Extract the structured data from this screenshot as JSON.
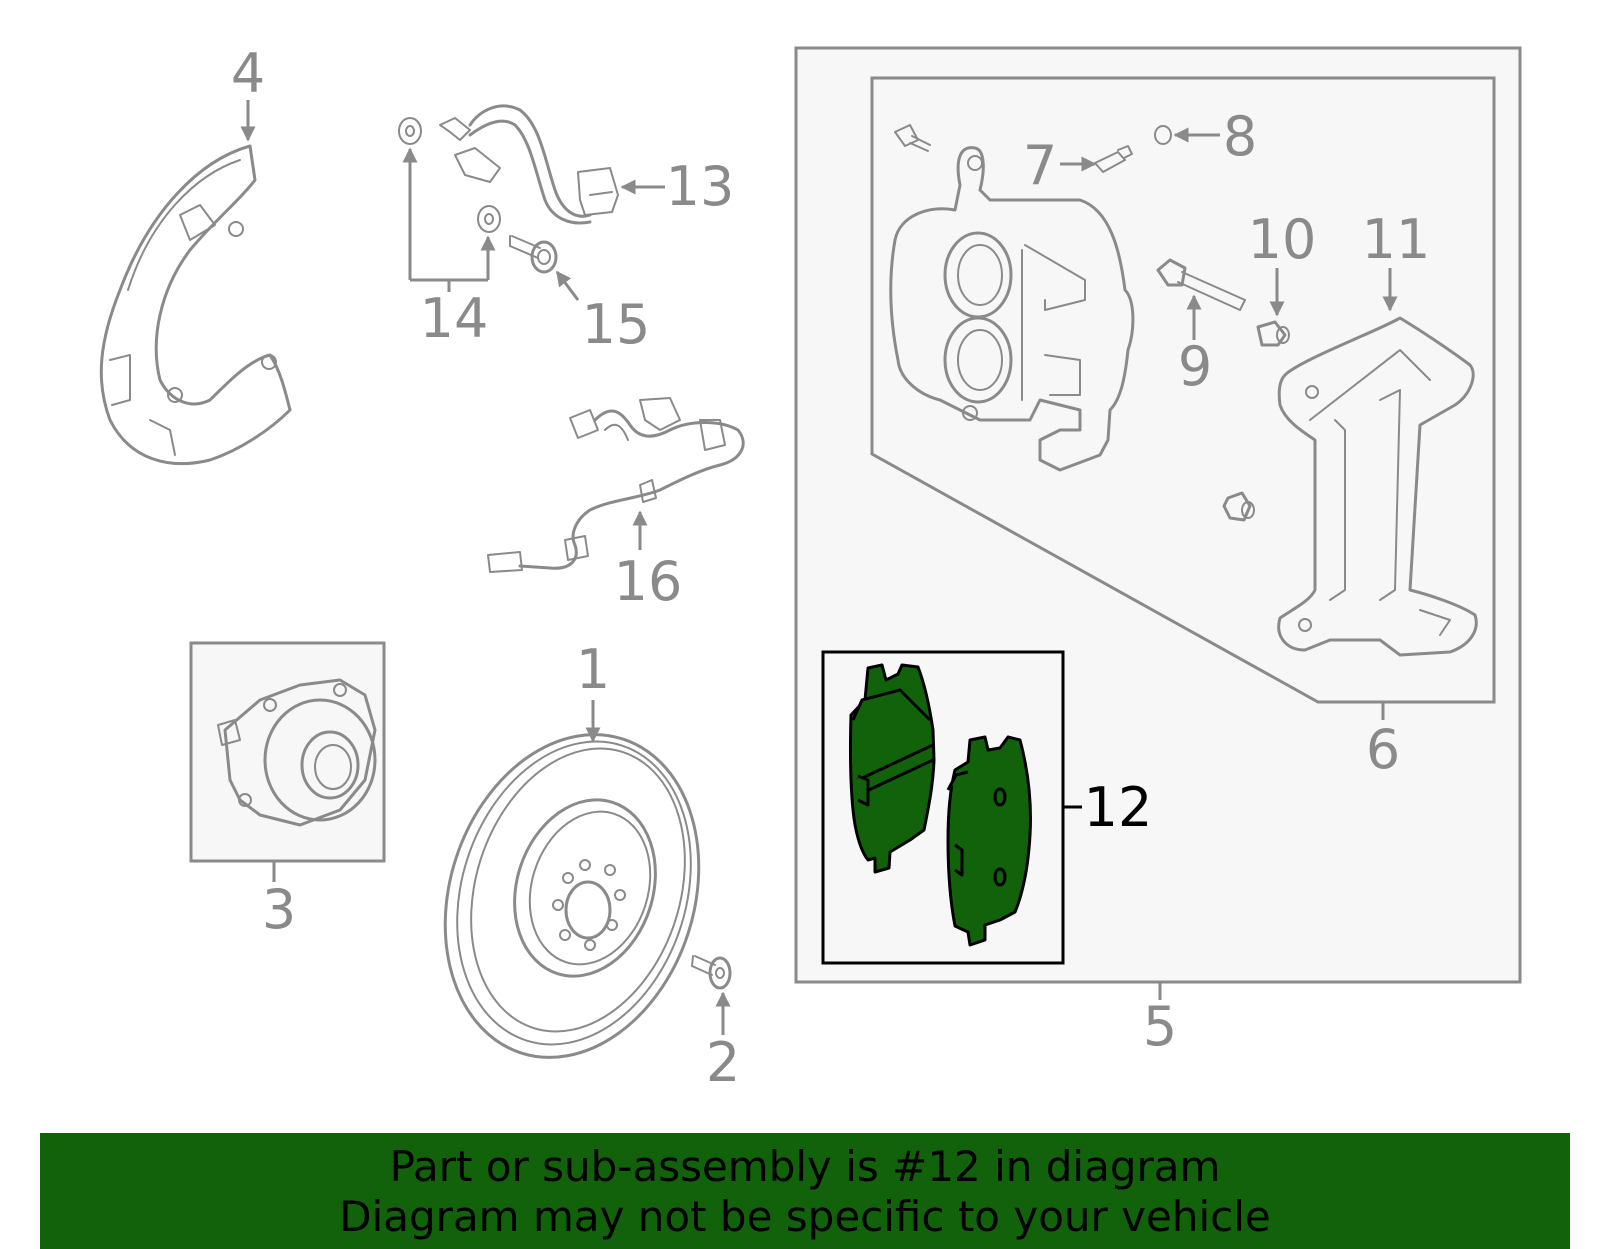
{
  "callouts": [
    "1",
    "2",
    "3",
    "4",
    "5",
    "6",
    "7",
    "8",
    "9",
    "10",
    "11",
    "12",
    "13",
    "14",
    "15",
    "16"
  ],
  "highlight": {
    "callout": "12",
    "color": "#11620b"
  },
  "banner": {
    "line1": "Part or sub-assembly is #12 in diagram",
    "line2": "Diagram may not be specific to your vehicle",
    "color": "#11620b"
  }
}
